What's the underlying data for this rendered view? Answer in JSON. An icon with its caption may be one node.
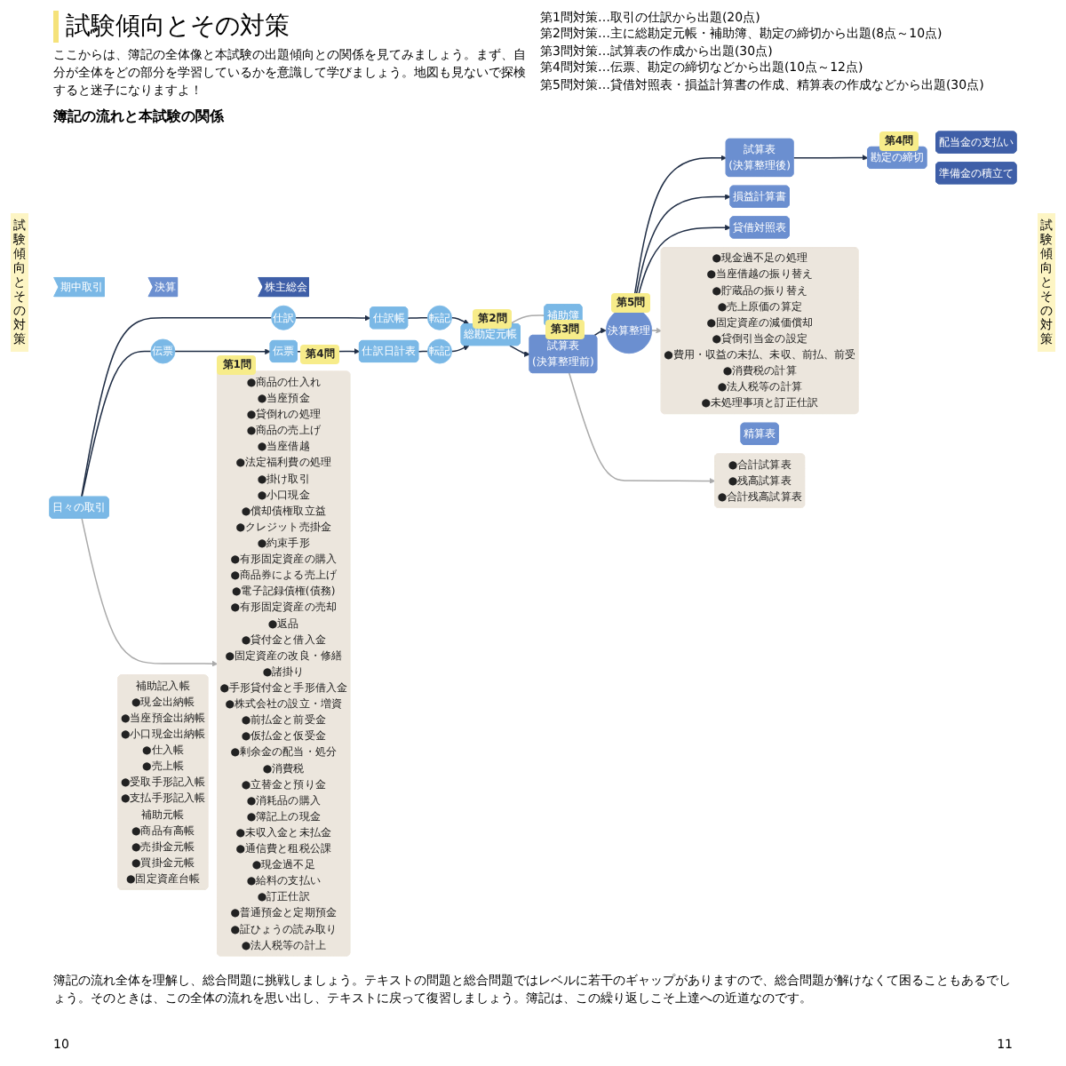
{
  "diagram": {
    "title": "試験傾向とその対策",
    "nodes": [
      {
        "text": [
          "期中取引"
        ]
      },
      {
        "text": [
          "決算"
        ]
      },
      {
        "text": [
          "株主総会"
        ]
      },
      {
        "text": [
          "日々の取引"
        ]
      },
      {
        "text": [
          "仕訳"
        ]
      },
      {
        "text": [
          "仕訳帳"
        ]
      },
      {
        "text": [
          "転記"
        ]
      },
      {
        "text": [
          "伝票"
        ]
      },
      {
        "text": [
          "伝票"
        ],
        "beside": [
          "第4問"
        ]
      },
      {
        "text": [
          "仕訳日計表"
        ]
      },
      {
        "text": [
          "転記"
        ]
      },
      {
        "text": [
          "総勘定元帳"
        ],
        "beside": [
          "第2問"
        ]
      },
      {
        "text": [
          "補助簿"
        ]
      },
      {
        "text": [
          "試算表",
          "(決算整理前)"
        ],
        "beside": [
          "第3問"
        ]
      },
      {
        "text": [
          "決算整理"
        ],
        "beside": [
          "第5問"
        ]
      },
      {
        "text": [
          "試算表",
          "(決算整理後)"
        ]
      },
      {
        "text": [
          "損益計算書"
        ]
      },
      {
        "text": [
          "貸借対照表"
        ]
      },
      {
        "text": [
          "勘定の締切"
        ],
        "beside": [
          "第4問"
        ]
      },
      {
        "text": [
          "配当金の支払い"
        ]
      },
      {
        "text": [
          "準備金の積立て"
        ]
      },
      {
        "text": [
          "精算表"
        ]
      },
      {
        "text": [
          "補助記入帳",
          "●現金出納帳",
          "●当座預金出納帳",
          "●小口現金出納帳",
          "●仕入帳",
          "●売上帳",
          "●受取手形記入帳",
          "●支払手形記入帳",
          "補助元帳",
          "●商品有高帳",
          "●売掛金元帳",
          "●買掛金元帳",
          "●固定資産台帳"
        ]
      },
      {
        "text": [
          "●商品の仕入れ",
          "●当座預金",
          "●貸倒れの処理",
          "●商品の売上げ",
          "●当座借越",
          "●法定福利費の処理",
          "●掛け取引",
          "●小口現金",
          "●償却債権取立益",
          "●クレジット売掛金",
          "●約束手形",
          "●有形固定資産の購入",
          "●商品券による売上げ",
          "●電子記録債権(債務)",
          "●有形固定資産の売却",
          "●返品",
          "●貸付金と借入金",
          "●固定資産の改良・修繕",
          "●諸掛り",
          "●手形貸付金と手形借入金",
          "●株式会社の設立・増資",
          "●前払金と前受金",
          "●仮払金と仮受金",
          "●剰余金の配当・処分",
          "●消費税",
          "●立替金と預り金",
          "●消耗品の購入",
          "●簿記上の現金",
          "●未収入金と未払金",
          "●通信費と租税公課",
          "●現金過不足",
          "●給料の支払い",
          "●訂正仕訳",
          "●普通預金と定期預金",
          "●証ひょうの読み取り",
          "●法人税等の計上"
        ],
        "beside": [
          "第1問"
        ]
      },
      {
        "text": [
          "●合計試算表",
          "●残高試算表",
          "●合計残高試算表"
        ]
      },
      {
        "text": [
          "●現金過不足の処理",
          "●当座借越の振り替え",
          "●貯蔵品の振り替え",
          "●売上原価の算定",
          "●固定資産の減価償却",
          "●貸倒引当金の設定",
          "●費用・収益の未払、未収、前払、前受",
          "●消費税の計算",
          "●法人税等の計算",
          "●未処理事項と訂正仕訳"
        ]
      }
    ],
    "edges": [
      {
        "from": 3,
        "to": 4,
        "arrow": "none"
      },
      {
        "from": 4,
        "to": 5,
        "arrow": "to"
      },
      {
        "from": 5,
        "to": 6,
        "arrow": "none"
      },
      {
        "from": 6,
        "to": 11,
        "arrow": "to"
      },
      {
        "from": 3,
        "to": 7,
        "arrow": "none"
      },
      {
        "from": 7,
        "to": 8,
        "arrow": "to"
      },
      {
        "from": 8,
        "to": 9,
        "arrow": "to"
      },
      {
        "from": 9,
        "to": 10,
        "arrow": "none"
      },
      {
        "from": 10,
        "to": 11,
        "arrow": "to"
      },
      {
        "from": 11,
        "to": 12,
        "arrow": "none",
        "color": "#aaaaaa"
      },
      {
        "from": 11,
        "to": 13,
        "arrow": "to"
      },
      {
        "from": 13,
        "to": 14,
        "arrow": "to"
      },
      {
        "from": 14,
        "to": 15,
        "arrow": "to"
      },
      {
        "from": 14,
        "to": 16,
        "arrow": "to"
      },
      {
        "from": 14,
        "to": 17,
        "arrow": "to"
      },
      {
        "from": 15,
        "to": 18,
        "arrow": "to"
      },
      {
        "from": 3,
        "to": 23,
        "arrow": "to",
        "color": "#aaaaaa"
      },
      {
        "from": 13,
        "to": 24,
        "arrow": "to",
        "color": "#aaaaaa"
      },
      {
        "from": 14,
        "to": 25,
        "arrow": "to",
        "color": "#aaaaaa"
      }
    ],
    "labels": [
      "試験傾向とその対策",
      "ここからは、簿記の全体像と本試験の出題傾向との関係を見てみましょう。まず、自分が全体をどの部分を学習しているかを意識して学びましょう。地図も見ないで探検すると迷子になりますよ！",
      "第1問対策…取引の仕訳から出題(20点)",
      "第2問対策…主に総勘定元帳・補助簿、勘定の締切から出題(8点～10点)",
      "第3問対策…試算表の作成から出題(30点)",
      "第4問対策…伝票、勘定の締切などから出題(10点～12点)",
      "第5問対策…貸借対照表・損益計算書の作成、精算表の作成などから出題(30点)",
      "簿記の流れと本試験の関係",
      "簿記の流れ全体を理解し、総合問題に挑戦しましょう。テキストの問題と総合問題ではレベルに若干のギャップがありますので、総合問題が解けなくて困ることもあるでしょう。そのときは、この全体の流れを思い出し、テキストに戻って復習しましょう。簿記は、この繰り返しこそ上達への近道なのです。",
      "10",
      "11",
      "試験傾向とその対策"
    ]
  }
}
